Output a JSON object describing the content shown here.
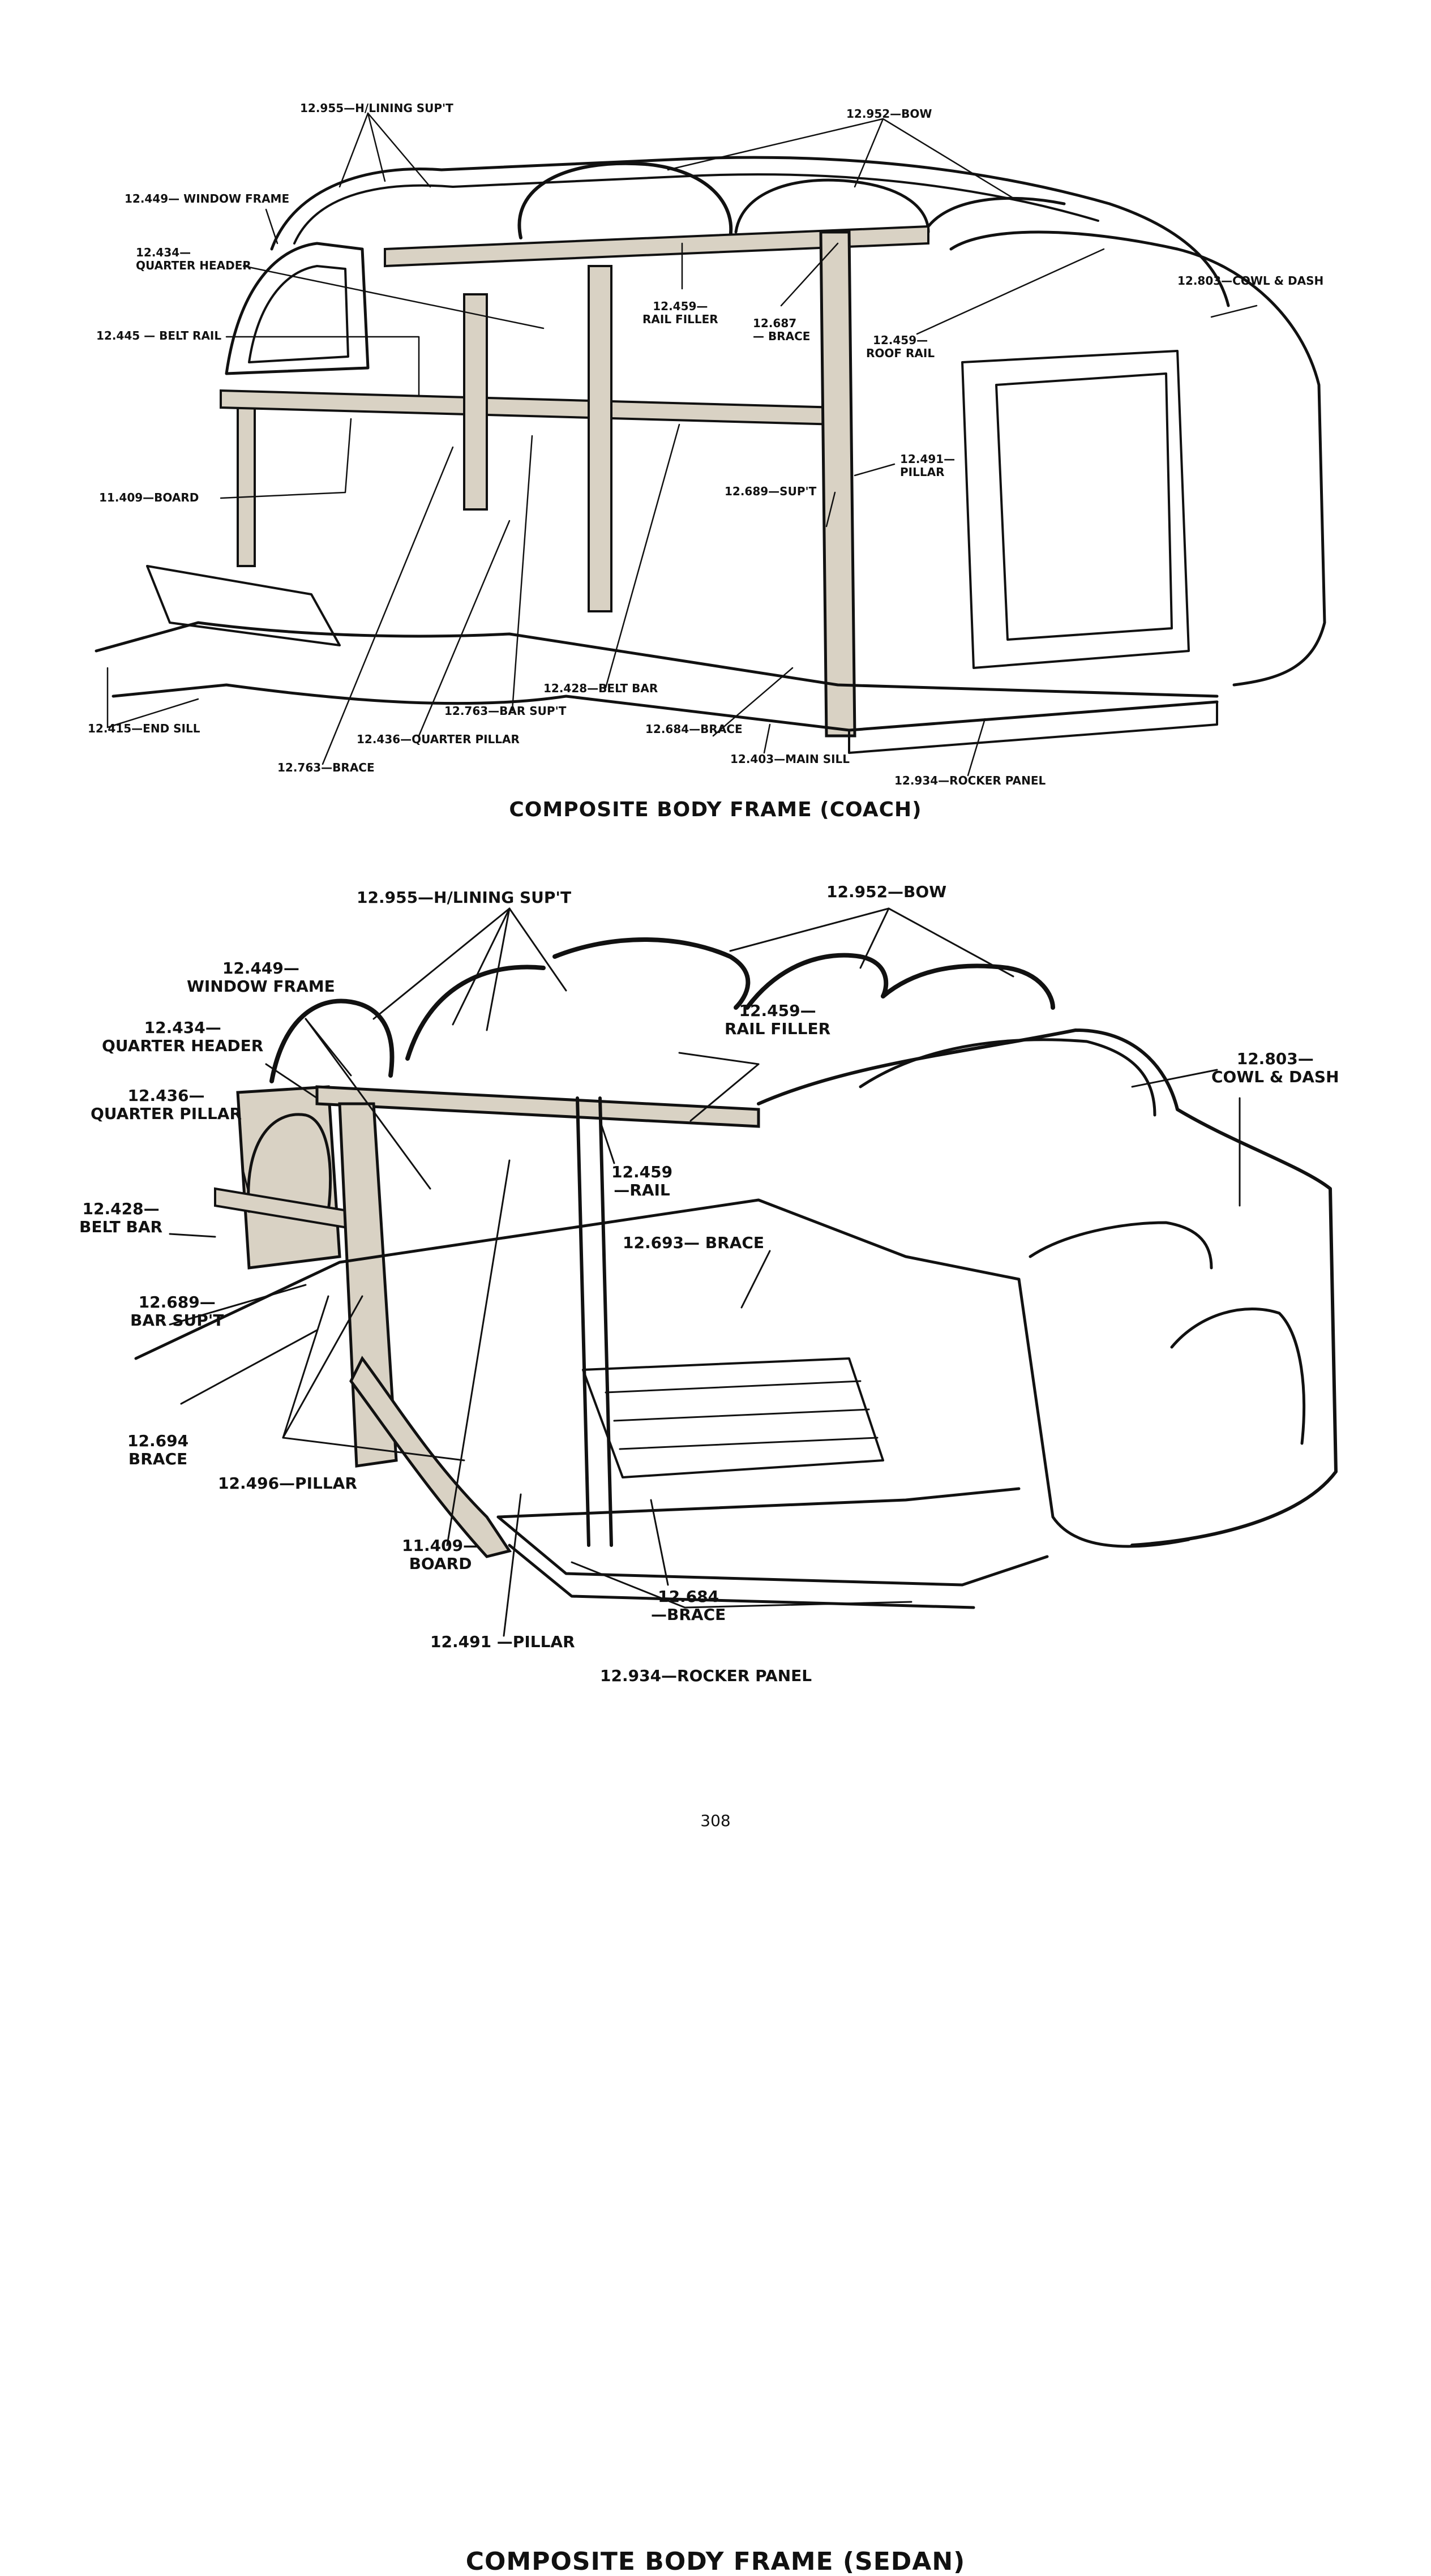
{
  "coach": {
    "caption": "COMPOSITE BODY FRAME (COACH)",
    "labels": {
      "h_lining_supt": "12.955—H/LINING SUP'T",
      "bow": "12.952—BOW",
      "window_frame": "12.449— WINDOW FRAME",
      "quarter_header_num": "12.434—",
      "quarter_header_text": "QUARTER HEADER",
      "belt_rail": "12.445 — BELT RAIL",
      "rail_filler_num": "12.459—",
      "rail_filler_text": "RAIL FILLER",
      "brace_687_num": "12.687",
      "brace_687_text": "— BRACE",
      "roof_rail_num": "12.459—",
      "roof_rail_text": "ROOF RAIL",
      "cowl_dash": "12.803—COWL & DASH",
      "pillar_num": "12.491—",
      "pillar_text": "PILLAR",
      "supt_689": "12.689—SUP'T",
      "board": "11.409—BOARD",
      "belt_bar": "12.428—BELT BAR",
      "bar_supt": "12.763—BAR SUP'T",
      "brace_684": "12.684—BRACE",
      "end_sill": "12.415—END SILL",
      "quarter_pillar": "12.436—QUARTER PILLAR",
      "main_sill": "12.403—MAIN SILL",
      "brace_763": "12.763—BRACE",
      "rocker_panel": "12.934—ROCKER PANEL"
    }
  },
  "sedan": {
    "caption": "COMPOSITE BODY FRAME (SEDAN)",
    "labels": {
      "h_lining_supt": "12.955—H/LINING SUP'T",
      "bow": "12.952—BOW",
      "window_frame_num": "12.449—",
      "window_frame_text": "WINDOW FRAME",
      "quarter_header_num": "12.434—",
      "quarter_header_text": "QUARTER HEADER",
      "rail_filler_num": "12.459—",
      "rail_filler_text": "RAIL FILLER",
      "cowl_dash_num": "12.803—",
      "cowl_dash_text": "COWL & DASH",
      "quarter_pillar_num": "12.436—",
      "quarter_pillar_text": "QUARTER PILLAR",
      "rail_num": "12.459",
      "rail_text": "—RAIL",
      "belt_bar_num": "12.428—",
      "belt_bar_text": "BELT BAR",
      "brace_693": "12.693— BRACE",
      "bar_supt_num": "12.689—",
      "bar_supt_text": "BAR SUP'T",
      "brace_694_num": "12.694",
      "brace_694_text": "BRACE",
      "pillar_496": "12.496—PILLAR",
      "board_num": "11.409—",
      "board_text": "BOARD",
      "brace_684_num": "12.684",
      "brace_684_text": "—BRACE",
      "pillar_491": "12.491 —PILLAR",
      "rocker_panel": "12.934—ROCKER PANEL"
    }
  },
  "page_number": "308"
}
